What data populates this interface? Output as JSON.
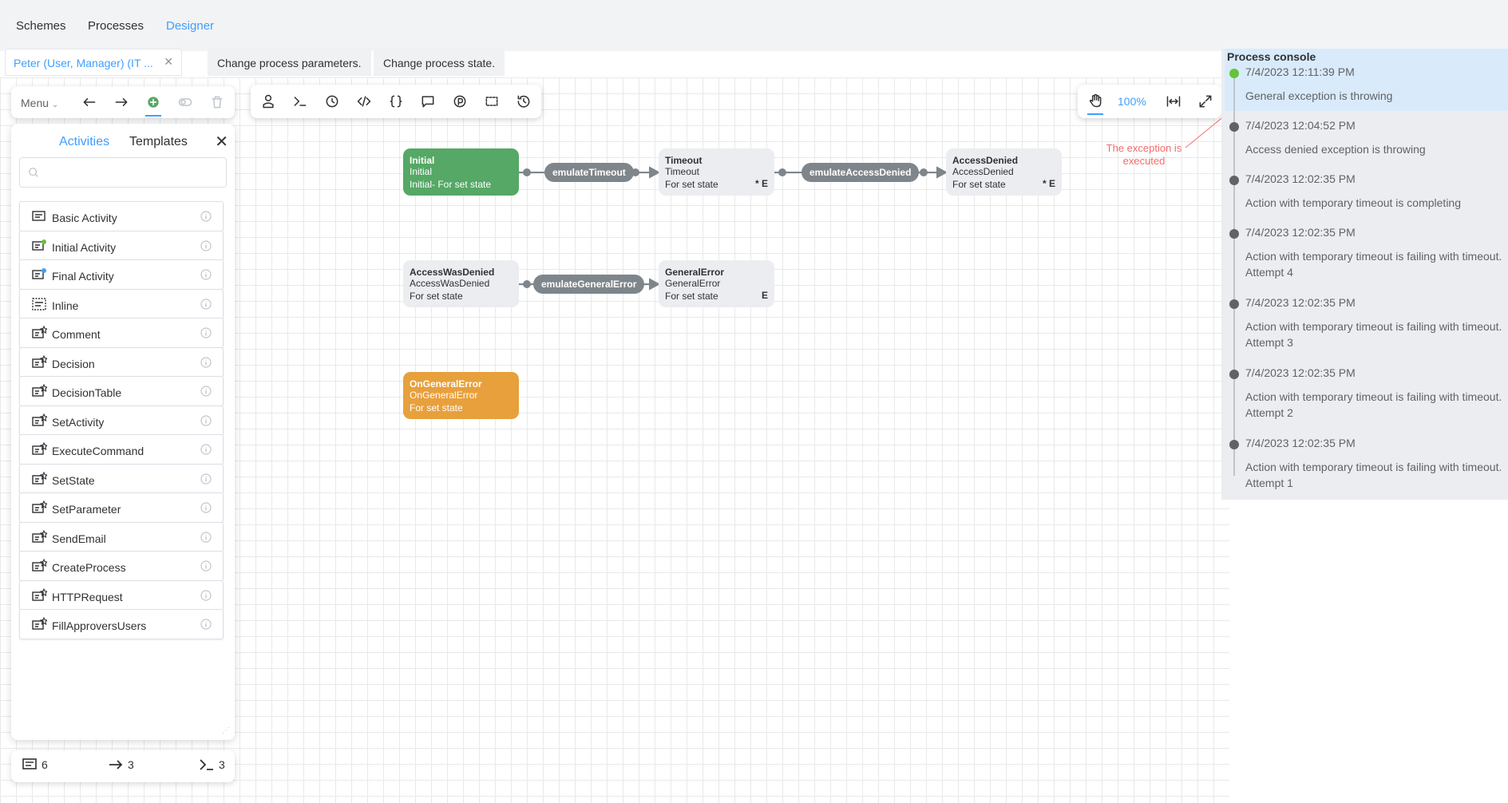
{
  "nav": {
    "items": [
      "Schemes",
      "Processes",
      "Designer"
    ],
    "active_index": 2
  },
  "tabs": {
    "user_tab": "Peter (User, Manager) (IT ...",
    "commands": [
      "Change process parameters.",
      "Change process state."
    ]
  },
  "toolbar": {
    "menu_label": "Menu"
  },
  "zoom": {
    "level": "100%"
  },
  "panel": {
    "tabs": [
      "Activities",
      "Templates"
    ],
    "active_tab": "Activities",
    "search_placeholder": "",
    "items": [
      {
        "label": "Basic Activity",
        "icon": "basic-activity-icon"
      },
      {
        "label": "Initial Activity",
        "icon": "initial-activity-icon"
      },
      {
        "label": "Final Activity",
        "icon": "final-activity-icon"
      },
      {
        "label": "Inline",
        "icon": "inline-icon"
      },
      {
        "label": "Comment",
        "icon": "template-activity-icon"
      },
      {
        "label": "Decision",
        "icon": "template-activity-icon"
      },
      {
        "label": "DecisionTable",
        "icon": "template-activity-icon"
      },
      {
        "label": "SetActivity",
        "icon": "template-activity-icon"
      },
      {
        "label": "ExecuteCommand",
        "icon": "template-activity-icon"
      },
      {
        "label": "SetState",
        "icon": "template-activity-icon"
      },
      {
        "label": "SetParameter",
        "icon": "template-activity-icon"
      },
      {
        "label": "SendEmail",
        "icon": "template-activity-icon"
      },
      {
        "label": "CreateProcess",
        "icon": "template-activity-icon"
      },
      {
        "label": "HTTPRequest",
        "icon": "template-activity-icon"
      },
      {
        "label": "FillApproversUsers",
        "icon": "template-activity-icon"
      }
    ]
  },
  "stats": {
    "activities": "6",
    "transitions": "3",
    "commands": "3"
  },
  "diagram": {
    "nodes": {
      "initial": {
        "name": "Initial",
        "state": "Initial",
        "desc": "Initial- For set state",
        "flags": ""
      },
      "timeout": {
        "name": "Timeout",
        "state": "Timeout",
        "desc": "For set state",
        "flags": "*  E"
      },
      "access_denied": {
        "name": "AccessDenied",
        "state": "AccessDenied",
        "desc": "For set state",
        "flags": "*  E"
      },
      "access_was_denied": {
        "name": "AccessWasDenied",
        "state": "AccessWasDenied",
        "desc": "For set state",
        "flags": ""
      },
      "general_error": {
        "name": "GeneralError",
        "state": "GeneralError",
        "desc": "For set state",
        "flags": "E"
      },
      "on_general_error": {
        "name": "OnGeneralError",
        "state": "OnGeneralError",
        "desc": "For set state",
        "flags": ""
      }
    },
    "transitions": [
      "emulateTimeout",
      "emulateAccessDenied",
      "emulateGeneralError"
    ],
    "annotation": "The exception is executed"
  },
  "console": {
    "title": "Process console",
    "entries": [
      {
        "time": "7/4/2023 12:11:39 PM",
        "message": "General exception is throwing"
      },
      {
        "time": "7/4/2023 12:04:52 PM",
        "message": "Access denied exception is throwing"
      },
      {
        "time": "7/4/2023 12:02:35 PM",
        "message": "Action with temporary timeout is completing"
      },
      {
        "time": "7/4/2023 12:02:35 PM",
        "message": "Action with temporary timeout is failing with timeout. Attempt 4"
      },
      {
        "time": "7/4/2023 12:02:35 PM",
        "message": "Action with temporary timeout is failing with timeout. Attempt 3"
      },
      {
        "time": "7/4/2023 12:02:35 PM",
        "message": "Action with temporary timeout is failing with timeout. Attempt 2"
      },
      {
        "time": "7/4/2023 12:02:35 PM",
        "message": "Action with temporary timeout is failing with timeout. Attempt 1"
      }
    ]
  },
  "colors": {
    "accent": "#409eff",
    "initial_node": "#55a865",
    "error_node": "#e8a03c",
    "transition": "#7f868b",
    "annotation": "#f56c6c"
  }
}
